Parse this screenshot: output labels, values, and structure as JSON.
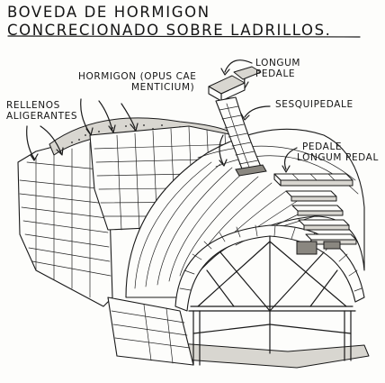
{
  "title": {
    "line1": "BOVEDA DE HORMIGON",
    "line2": "CONCRECIONADO SOBRE LADRILLOS."
  },
  "labels": {
    "rellenos_1": "RELLENOS",
    "rellenos_2": "ALIGERANTES",
    "hormigon_1": "HORMIGON (OPUS CAE",
    "hormigon_2": "MENTICIUM)",
    "longum_1": "LONGUM",
    "longum_2": "PEDALE",
    "sesquipedale": "SESQUIPEDALE",
    "pedale": "PEDALE",
    "longum_pedal": "LONGUM PEDAL"
  }
}
